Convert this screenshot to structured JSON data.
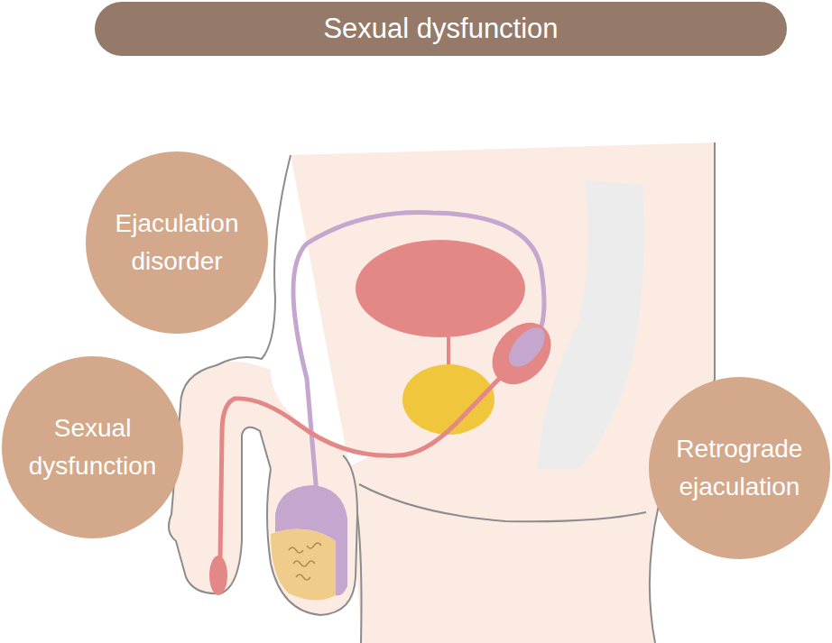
{
  "diagram": {
    "title": "Sexual dysfunction",
    "nodes": [
      {
        "text": [
          "Ejaculation disorder"
        ]
      },
      {
        "text": [
          "Sexual dysfunction"
        ]
      },
      {
        "text": [
          "Retrograde ejaculation"
        ]
      }
    ]
  }
}
